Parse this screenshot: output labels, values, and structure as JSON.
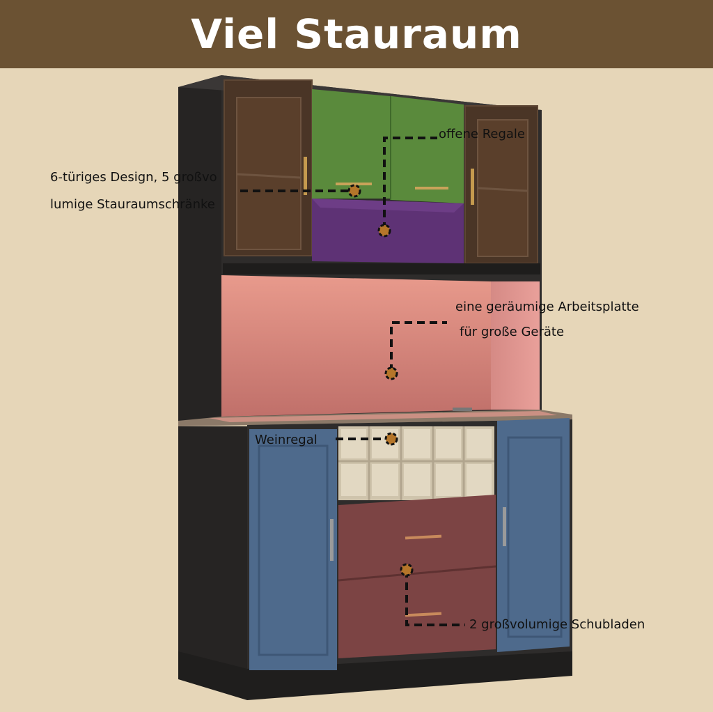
{
  "header": {
    "title": "Viel Stauraum"
  },
  "colors": {
    "header_bg": "#6b5233",
    "page_bg": "#e6d6b8",
    "cabinet_frame": "#2b2928",
    "highlight_green": "#5a8a3c",
    "highlight_purple": "#5e3275",
    "highlight_pink": "#d47d7a",
    "highlight_blue": "#4e6a8c",
    "highlight_wine": "#7c4444",
    "marker": "#b5762a"
  },
  "annotations": {
    "open_shelves": "offene Regale",
    "doors_line1": "6-türiges Design, 5 großvo",
    "doors_line2": "lumige Stauraumschränke",
    "countertop_line1": "eine geräumige Arbeitsplatte",
    "countertop_line2": "für große Geräte",
    "wine_rack": "Weinregal",
    "drawers": "2 großvolumige Schubladen"
  }
}
